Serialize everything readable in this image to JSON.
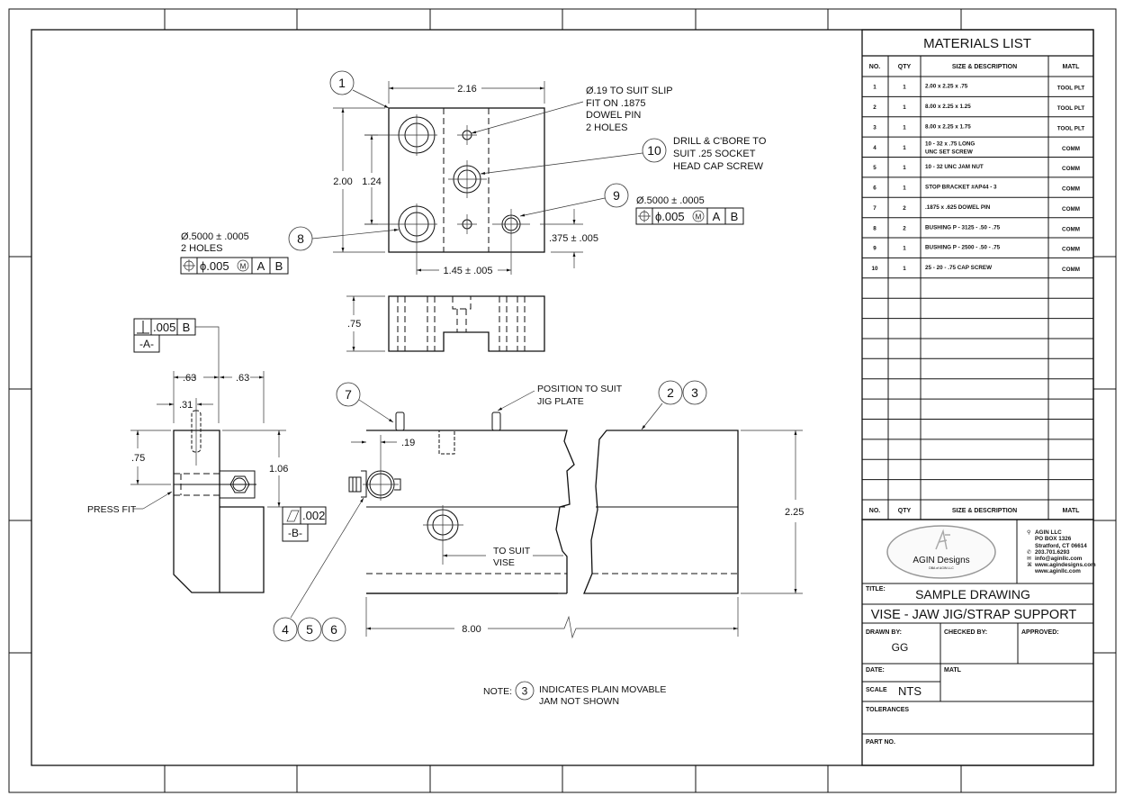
{
  "materials_list": {
    "title": "MATERIALS LIST",
    "headers": {
      "no": "NO.",
      "qty": "QTY",
      "desc": "SIZE & DESCRIPTION",
      "matl": "MATL"
    },
    "rows": [
      {
        "no": "1",
        "qty": "1",
        "desc": [
          "2.00 x 2.25 x .75"
        ],
        "matl": "TOOL PLT"
      },
      {
        "no": "2",
        "qty": "1",
        "desc": [
          "8.00 x 2.25 x 1.25"
        ],
        "matl": "TOOL PLT"
      },
      {
        "no": "3",
        "qty": "1",
        "desc": [
          "8.00 x 2.25 x 1.75"
        ],
        "matl": "TOOL PLT"
      },
      {
        "no": "4",
        "qty": "1",
        "desc": [
          "10 - 32 x .75 LONG",
          "UNC SET SCREW"
        ],
        "matl": "COMM"
      },
      {
        "no": "5",
        "qty": "1",
        "desc": [
          "10 - 32 UNC JAM NUT"
        ],
        "matl": "COMM"
      },
      {
        "no": "6",
        "qty": "1",
        "desc": [
          "STOP BRACKET #AP44 - 3"
        ],
        "matl": "COMM"
      },
      {
        "no": "7",
        "qty": "2",
        "desc": [
          ".1875 x .625 DOWEL PIN"
        ],
        "matl": "COMM"
      },
      {
        "no": "8",
        "qty": "2",
        "desc": [
          "BUSHING P - 3125 - .50 - .75"
        ],
        "matl": "COMM"
      },
      {
        "no": "9",
        "qty": "1",
        "desc": [
          "BUSHING P - 2500 - .50 - .75"
        ],
        "matl": "COMM"
      },
      {
        "no": "10",
        "qty": "1",
        "desc": [
          "25 - 20 - .75 CAP SCREW"
        ],
        "matl": "COMM"
      }
    ]
  },
  "title_block": {
    "company_logo": {
      "name": "AGIN Designs",
      "tagline": "DBA of AGIN LLC"
    },
    "contact": [
      "AGIN LLC",
      "PO BOX 1326",
      "Stratford, CT 06614",
      "203.701.6293",
      "info@aginllc.com",
      "www.agindesigns.com",
      "www.aginllc.com"
    ],
    "title_label": "TITLE:",
    "title_line1": "SAMPLE DRAWING",
    "title_line2": "VISE - JAW JIG/STRAP SUPPORT",
    "drawn_by_label": "DRAWN BY:",
    "drawn_by": "GG",
    "checked_by_label": "CHECKED BY:",
    "approved_label": "APPROVED:",
    "date_label": "DATE:",
    "matl_label": "MATL",
    "scale_label": "SCALE",
    "scale": "NTS",
    "tolerances_label": "TOLERANCES",
    "part_no_label": "PART NO."
  },
  "drawing": {
    "top_view": {
      "dim_width": "2.16",
      "dim_height": "2.00",
      "dim_hole_spacing_v": "1.24",
      "dim_hole_spacing_h": "1.45 ± .005",
      "dim_edge": ".375 ± .005",
      "note_dowel": [
        "Ø.19 TO SUIT SLIP",
        "FIT ON .1875",
        "DOWEL PIN",
        "2 HOLES"
      ],
      "note_cbore": [
        "DRILL & C'BORE TO",
        "SUIT .25 SOCKET",
        "HEAD CAP SCREW"
      ],
      "note_bushing9": "Ø.5000 ± .0005",
      "fcf_right": {
        "tol": "ϕ.005",
        "mod": "M",
        "datum1": "A",
        "datum2": "B"
      },
      "note_bushing8": [
        "Ø.5000 ± .0005",
        "2 HOLES"
      ],
      "fcf_left": {
        "tol": "ϕ.005",
        "mod": "M",
        "datum1": "A",
        "datum2": "B"
      }
    },
    "front_small": {
      "dim_height": ".75"
    },
    "side_view": {
      "fcf_perp": {
        "tol": ".005",
        "datum": "B"
      },
      "datum_a": "-A-",
      "dim_left": ".63",
      "dim_right": ".63",
      "dim_pin": ".31",
      "dim_75": ".75",
      "dim_106": "1.06",
      "fcf_flat": {
        "tol": ".002"
      },
      "datum_b": "-B-",
      "press_fit": "PRESS FIT"
    },
    "front_view": {
      "dim_19": ".19",
      "position_note": [
        "POSITION TO SUIT",
        "JIG PLATE"
      ],
      "to_suit": [
        "TO SUIT",
        "VISE"
      ],
      "dim_height": "2.25",
      "dim_length": "8.00"
    },
    "balloons": {
      "b1": "1",
      "b2": "2",
      "b3": "3",
      "b4": "4",
      "b5": "5",
      "b6": "6",
      "b7": "7",
      "b8": "8",
      "b9": "9",
      "b10": "10"
    },
    "note": {
      "label": "NOTE:",
      "balloon": "3",
      "text": [
        "INDICATES PLAIN MOVABLE",
        "JAM NOT SHOWN"
      ]
    }
  }
}
